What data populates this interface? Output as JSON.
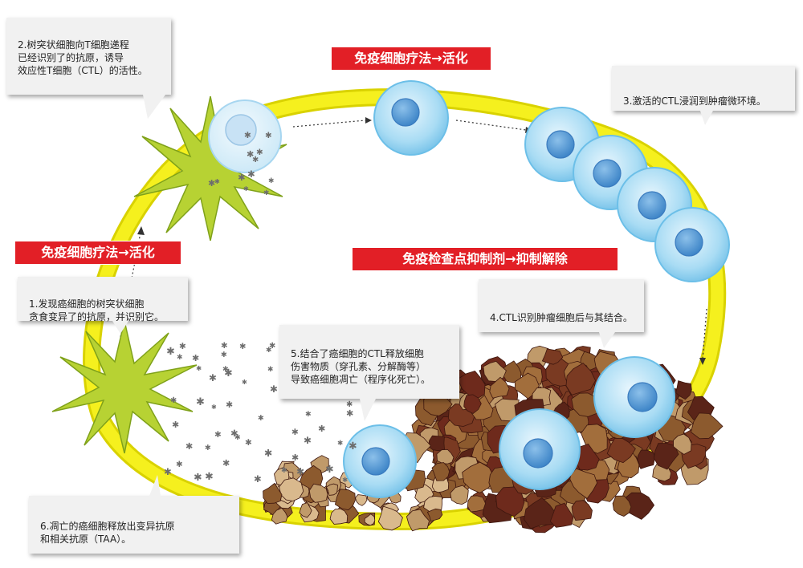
{
  "banners": {
    "top": "免疫细胞疗法→活化",
    "left": "免疫细胞疗法→活化",
    "checkpoint": "免疫检查点抑制剂→抑制解除"
  },
  "steps": {
    "step1": "1.发现癌细胞的树突状细胞\n贪食变异了的抗原，并识别它。",
    "step2": "2.树突状细胞向T细胞递程\n已经识别了的抗原，诱导\n效应性T细胞（CTL）的活性。",
    "step3": "3.激活的CTL浸润到肿瘤微环境。",
    "step4": "4.CTL识别肿瘤细胞后与其结合。",
    "step5": "5.结合了癌细胞的CTL释放细胞\n伤害物质（穿孔素、分解酶等）\n导致癌细胞凋亡（程序化死亡）。",
    "step6": "6.凋亡的癌细胞释放出变异抗原\n和相关抗原（TAA）。"
  },
  "colors": {
    "ring": "#f5f01e",
    "ring_edge": "#d9d200",
    "dendritic": "#b7d233",
    "dendritic_edge": "#7fa11a",
    "cell": "#a9dcf4",
    "cell_edge": "#6cbfe8",
    "nucleus": "#5b9fd8",
    "banner": "#e21f26",
    "tumor_dark": "#6e2a1c",
    "tumor_mid": "#8c5a2e",
    "tumor_light": "#c09a6a"
  },
  "icons": [
    "dendritic-cell-icon",
    "t-cell-icon",
    "tumor-mass-icon",
    "antigen-particle-icon",
    "flow-arrow-icon"
  ]
}
